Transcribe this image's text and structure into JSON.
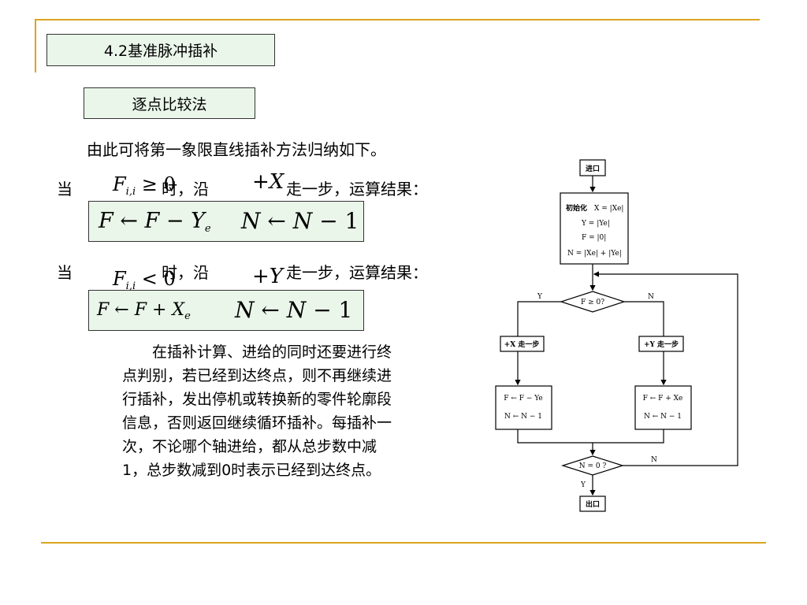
{
  "slide": {
    "title": "4.2基准脉冲插补",
    "subtitle": "逐点比较法",
    "intro": "由此可将第一象限直线插补方法归纳如下。"
  },
  "case1": {
    "when": "当",
    "cond": "F_{i,i} ≥ 0",
    "middle": "时，沿",
    "dir": "+X",
    "tail": "走一步，运算结果：",
    "eq1": "F ← F − Y_e",
    "eq2": "N ← N − 1"
  },
  "case2": {
    "when": "当",
    "cond": "F_{i,i} < 0",
    "middle": "时，沿",
    "dir": "+Y",
    "tail": "走一步，运算结果：",
    "eq1": "F ← F + X_e",
    "eq2": "N ← N − 1"
  },
  "paragraph": "在插补计算、进给的同时还要进行终点判别，若已经到达终点，则不再继续进行插补，发出停机或转换新的零件轮廓段信息，否则返回继续循环插补。每插补一次，不论哪个轴进给，都从总步数中减1，总步数减到0时表示已经到达终点。",
  "flowchart": {
    "start": "进口",
    "init_title": "初始化",
    "init_lines": [
      "X = |Xe|",
      "Y = |Ye|",
      "F = |0|",
      "N = |Xe| + |Ye|"
    ],
    "decision1": "F ≥ 0?",
    "y_label": "Y",
    "n_label": "N",
    "step_x": "+X 走一步",
    "step_y": "+Y 走一步",
    "calc_left_1": "F ← F − Ye",
    "calc_left_2": "N ← N − 1",
    "calc_right_1": "F ← F + Xe",
    "calc_right_2": "N ← N − 1",
    "decision2": "N = 0 ?",
    "end": "出口"
  }
}
